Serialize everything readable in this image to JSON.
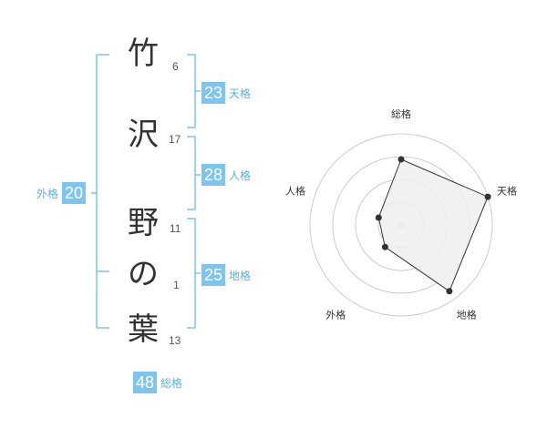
{
  "name": {
    "characters": [
      {
        "char": "竹",
        "strokes": "6"
      },
      {
        "char": "沢",
        "strokes": "17"
      },
      {
        "char": "野",
        "strokes": "11"
      },
      {
        "char": "の",
        "strokes": "1"
      },
      {
        "char": "葉",
        "strokes": "13"
      }
    ]
  },
  "fortune": {
    "tenkaku": {
      "value": "23",
      "label": "天格"
    },
    "jinkaku": {
      "value": "28",
      "label": "人格"
    },
    "chikaku": {
      "value": "25",
      "label": "地格"
    },
    "gaikaku": {
      "value": "20",
      "label": "外格"
    },
    "soukaku": {
      "value": "48",
      "label": "総格"
    }
  },
  "chart_data": {
    "type": "radar",
    "axes": [
      "総格",
      "天格",
      "地格",
      "外格",
      "人格"
    ],
    "values": [
      0.72,
      1.0,
      0.9,
      0.3,
      0.26
    ],
    "rings": 4,
    "colors": {
      "fill": "#eeeeee",
      "stroke": "#333333",
      "ring": "#cccccc",
      "point": "#333333"
    }
  },
  "colors": {
    "accent": "#7fc4ee",
    "accent_text": "#5aaee0"
  }
}
